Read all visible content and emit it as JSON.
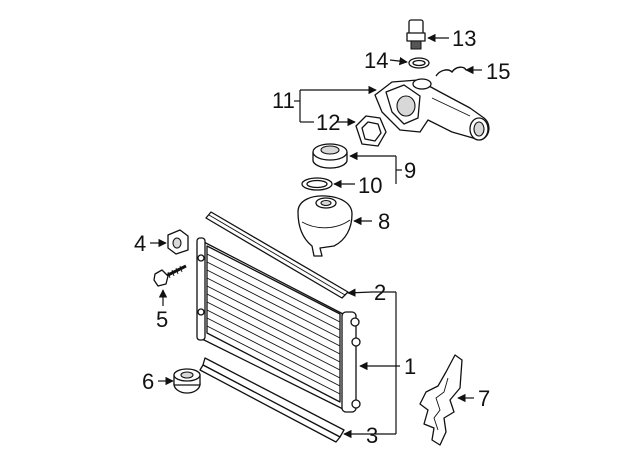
{
  "callouts": {
    "c1": "1",
    "c2": "2",
    "c3": "3",
    "c4": "4",
    "c5": "5",
    "c6": "6",
    "c7": "7",
    "c8": "8",
    "c9": "9",
    "c10": "10",
    "c11": "11",
    "c12": "12",
    "c13": "13",
    "c14": "14",
    "c15": "15"
  },
  "colors": {
    "line": "#111111",
    "background": "#ffffff",
    "shade": "#d8d8d8"
  }
}
